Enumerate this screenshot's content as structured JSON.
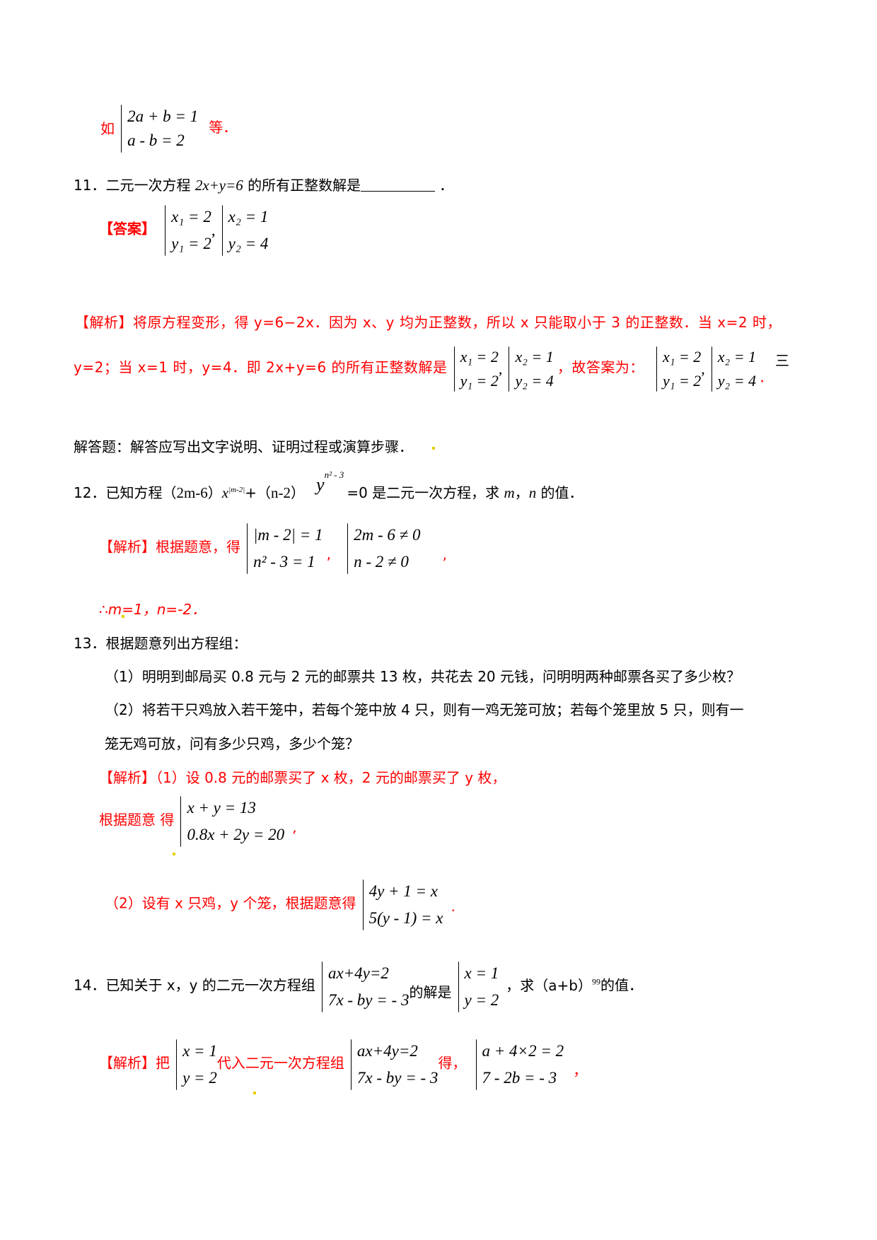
{
  "q10_tail": {
    "prefix": "如",
    "system": [
      "2a + b = 1",
      "a - b = 2"
    ],
    "suffix": "等．"
  },
  "q11": {
    "number": "11．",
    "stem_a": "二元一次方程 ",
    "equation": "2x+y=6",
    "stem_b": " 的所有正整数解是",
    "end": "．",
    "answer_label": "【答案】",
    "answer_sys1": [
      "x₁ = 2",
      "y₁ = 2"
    ],
    "answer_sys2": [
      "x₂ = 1",
      "y₂ = 4"
    ],
    "analysis_label": "【解析】",
    "analysis_line1": "将原方程变形，得 y=6−2x．因为 x、y 均为正整数，所以 x 只能取小于 3 的正整数．当 x=2 时，",
    "analysis_line2_a": "y=2；当 x=1 时，y=4．即 2x+y=6 的所有正整数解是",
    "analysis_line2_b": "，故答案为：",
    "analysis_sys1": [
      "x₁ = 2",
      "y₁ = 2"
    ],
    "analysis_sys2": [
      "x₂ = 1",
      "y₂ = 4"
    ],
    "section_mark": "三"
  },
  "section": {
    "title": "解答题：解答应写出文字说明、证明过程或演算步骤．"
  },
  "q12": {
    "number": "12．",
    "stem": "已知方程（2m-6）x^|m-2|+（n-2）y^(n²-3)=0 是二元一次方程，求 m，n 的值．",
    "stem_a": "已知方程（",
    "coef1": "2m-6",
    "mid1": "）",
    "x_exp": "|m-2|",
    "mid2": "+（",
    "coef2": "n-2",
    "mid3": "）",
    "y_exp": "n² - 3",
    "stem_b": "=0 是二元一次方程，求 ",
    "var_m": "m",
    "comma": "，",
    "var_n": "n",
    "stem_c": " 的值．",
    "analysis_label": "【解析】",
    "analysis_text": "根据题意，得",
    "sys1": [
      "|m - 2| = 1",
      "n² - 3 = 1"
    ],
    "sys2": [
      "2m - 6 ≠ 0",
      "n - 2 ≠ 0"
    ],
    "conclusion": "∴m=1，n=-2．"
  },
  "q13": {
    "number": "13．",
    "stem": "根据题意列出方程组：",
    "part1": "（1）明明到邮局买 0.8 元与 2 元的邮票共 13 枚，共花去 20 元钱，问明明两种邮票各买了多少枚？",
    "part2_line1": "（2）将若干只鸡放入若干笼中，若每个笼中放 4 只，则有一鸡无笼可放；若每个笼里放 5 只，则有一",
    "part2_line2": "笼无鸡可放，问有多少只鸡，多少个笼？",
    "analysis_label": "【解析】",
    "analysis1": "（1）设 0.8 元的邮票买了 x 枚，2 元的邮票买了 y 枚，",
    "analysis1_lead": "根据题意 得",
    "sys1": [
      "x + y = 13",
      "0.8x + 2y = 20"
    ],
    "analysis2": "（2）设有 x 只鸡，y 个笼，根据题意得",
    "sys2": [
      "4y + 1 = x",
      "5(y - 1) = x"
    ]
  },
  "q14": {
    "number": "14．",
    "stem_a": "已知关于 x，y 的二元一次方程组",
    "sys1": [
      "ax+4y=2",
      "7x - by = - 3"
    ],
    "stem_b": "的解是",
    "sys2": [
      "x = 1",
      "y = 2"
    ],
    "stem_c": "，求（a+b）",
    "exponent": "99",
    "stem_d": "的值．",
    "analysis_label": "【解析】",
    "analysis_a": "把",
    "a_sys1": [
      "x = 1",
      "y = 2"
    ],
    "analysis_b": "代入二元一次方程组",
    "a_sys2": [
      "ax+4y=2",
      "7x - by = - 3"
    ],
    "analysis_c": "得，",
    "a_sys3": [
      "a + 4×2 = 2",
      "7 - 2b = - 3"
    ],
    "analysis_d": "，"
  },
  "colors": {
    "text": "#000000",
    "analysis_red": "#ff0000"
  }
}
